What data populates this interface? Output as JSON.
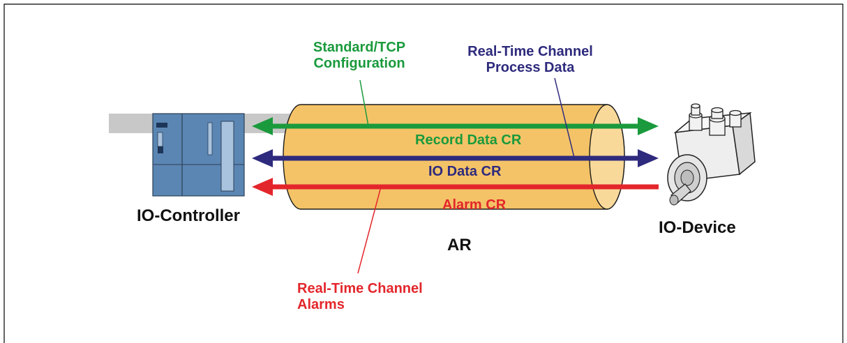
{
  "colors": {
    "green": "#1a9a3c",
    "navy": "#2e2a7d",
    "red": "#e3262b",
    "tube": "#f4c367",
    "controller": "#5b86b3"
  },
  "labels": {
    "standard_tcp_line1": "Standard/TCP",
    "standard_tcp_line2": "Configuration",
    "realtime_process_line1": "Real-Time Channel",
    "realtime_process_line2": "Process Data",
    "record_data_cr": "Record Data CR",
    "io_data_cr": "IO Data CR",
    "alarm_cr": "Alarm CR",
    "io_controller": "IO-Controller",
    "io_device": "IO-Device",
    "ar": "AR",
    "realtime_alarms_line1": "Real-Time Channel",
    "realtime_alarms_line2": "Alarms"
  },
  "icons": {
    "controller": "plc-controller-icon",
    "device": "rotary-encoder-icon"
  }
}
